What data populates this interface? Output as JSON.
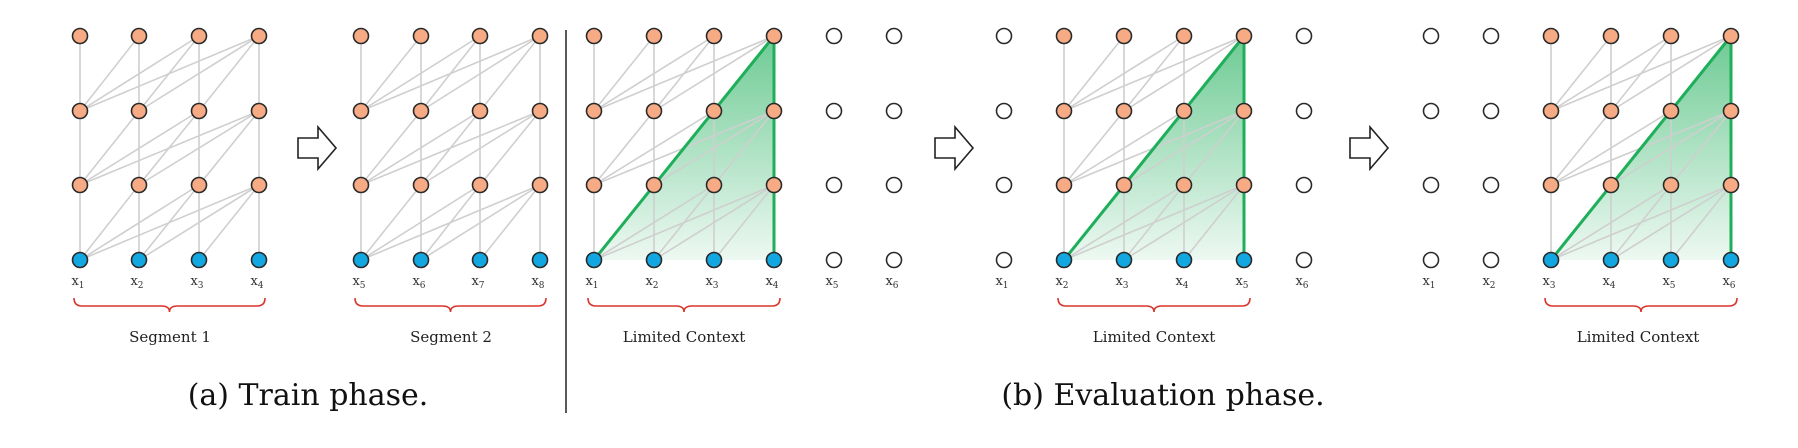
{
  "figure": {
    "caption_train": "(a) Train phase.",
    "caption_eval": "(b) Evaluation phase.",
    "label_segment1": "Segment 1",
    "label_segment2": "Segment 2",
    "label_limited": "Limited Context",
    "colors": {
      "hidden_node": "#f6ab84",
      "input_node": "#12a7e0",
      "empty_node": "#ffffff",
      "edge": "#cfcfcf",
      "brace": "#d8352a",
      "context_triangle": "#1fae5a"
    }
  },
  "panels": [
    {
      "id": "train-seg1",
      "tokens": [
        "1",
        "2",
        "3",
        "4"
      ],
      "nodes": [
        "f",
        "f",
        "f",
        "f"
      ],
      "label_key": "label_segment1",
      "context": false
    },
    {
      "id": "train-seg2",
      "tokens": [
        "5",
        "6",
        "7",
        "8"
      ],
      "nodes": [
        "f",
        "f",
        "f",
        "f"
      ],
      "label_key": "label_segment2",
      "context": false
    },
    {
      "id": "eval-step1",
      "tokens": [
        "1",
        "2",
        "3",
        "4",
        "5",
        "6"
      ],
      "nodes": [
        "f",
        "f",
        "f",
        "f",
        "e",
        "e"
      ],
      "label_key": "label_limited",
      "context": true
    },
    {
      "id": "eval-step2",
      "tokens": [
        "1",
        "2",
        "3",
        "4",
        "5",
        "6"
      ],
      "nodes": [
        "e",
        "f",
        "f",
        "f",
        "f",
        "e"
      ],
      "label_key": "label_limited",
      "context": true
    },
    {
      "id": "eval-step3",
      "tokens": [
        "1",
        "2",
        "3",
        "4",
        "5",
        "6"
      ],
      "nodes": [
        "e",
        "e",
        "f",
        "f",
        "f",
        "f"
      ],
      "label_key": "label_limited",
      "context": true
    }
  ]
}
